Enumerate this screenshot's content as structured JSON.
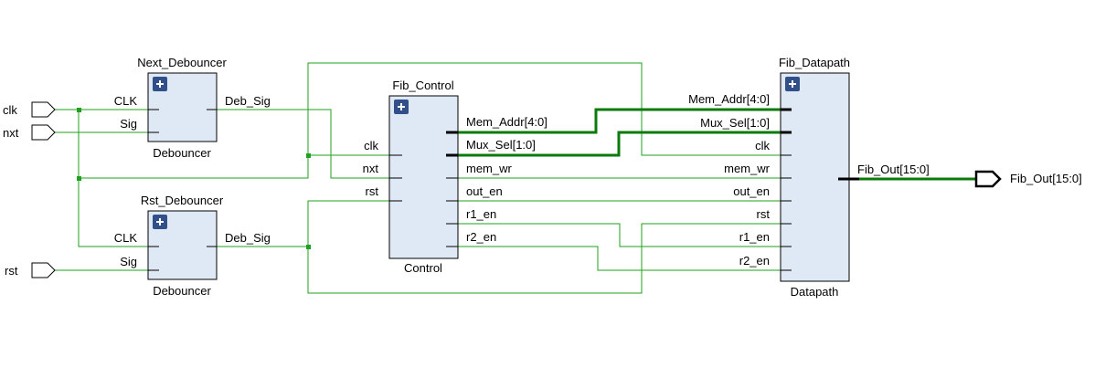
{
  "ports": {
    "in_clk": "clk",
    "in_nxt": "nxt",
    "in_rst": "rst",
    "out_fib": "Fib_Out[15:0]"
  },
  "next_debouncer": {
    "instance": "Next_Debouncer",
    "module": "Debouncer",
    "pin_clk": "CLK",
    "pin_sig": "Sig",
    "pin_out": "Deb_Sig"
  },
  "rst_debouncer": {
    "instance": "Rst_Debouncer",
    "module": "Debouncer",
    "pin_clk": "CLK",
    "pin_sig": "Sig",
    "pin_out": "Deb_Sig"
  },
  "fib_control": {
    "instance": "Fib_Control",
    "module": "Control",
    "in_clk": "clk",
    "in_nxt": "nxt",
    "in_rst": "rst",
    "out_mem_addr": "Mem_Addr[4:0]",
    "out_mux_sel": "Mux_Sel[1:0]",
    "out_mem_wr": "mem_wr",
    "out_out_en": "out_en",
    "out_r1_en": "r1_en",
    "out_r2_en": "r2_en"
  },
  "fib_datapath": {
    "instance": "Fib_Datapath",
    "module": "Datapath",
    "in_mem_addr": "Mem_Addr[4:0]",
    "in_mux_sel": "Mux_Sel[1:0]",
    "in_clk": "clk",
    "in_mem_wr": "mem_wr",
    "in_out_en": "out_en",
    "in_rst": "rst",
    "in_r1_en": "r1_en",
    "in_r2_en": "r2_en",
    "out_fib": "Fib_Out[15:0]"
  }
}
